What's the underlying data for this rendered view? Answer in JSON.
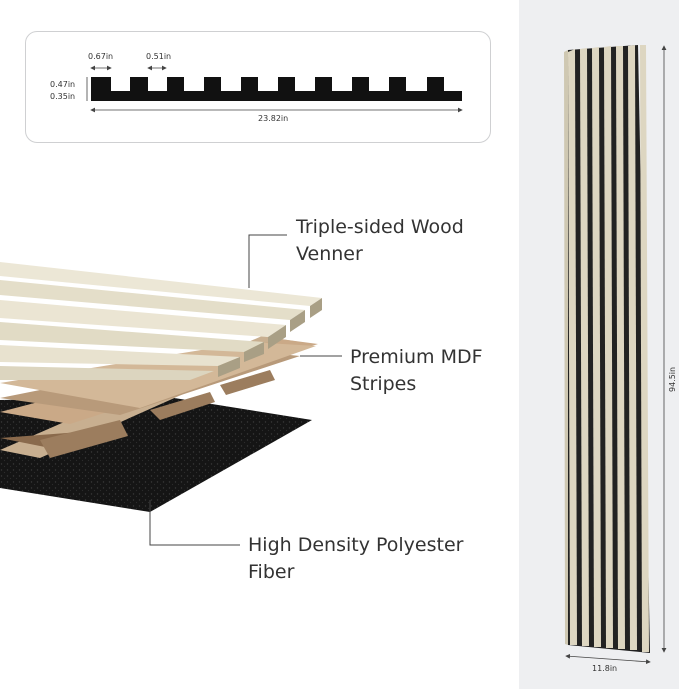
{
  "profile": {
    "slat_width": "0.67in",
    "gap_width": "0.51in",
    "slat_height": "0.47in",
    "base_height": "0.35in",
    "total_width": "23.82in"
  },
  "layers": {
    "top_line1": "Triple-sided Wood",
    "top_line2": "Venner",
    "mid_line1": "Premium MDF",
    "mid_line2": "Stripes",
    "bottom_line1": "High Density Polyester",
    "bottom_line2": "Fiber"
  },
  "panel": {
    "height": "94.5in",
    "width": "11.8in"
  },
  "colors": {
    "veneer": "#e9e3cf",
    "mdf": "#c3a98a",
    "fiber": "#151515",
    "right_bg": "#eeeff1"
  }
}
